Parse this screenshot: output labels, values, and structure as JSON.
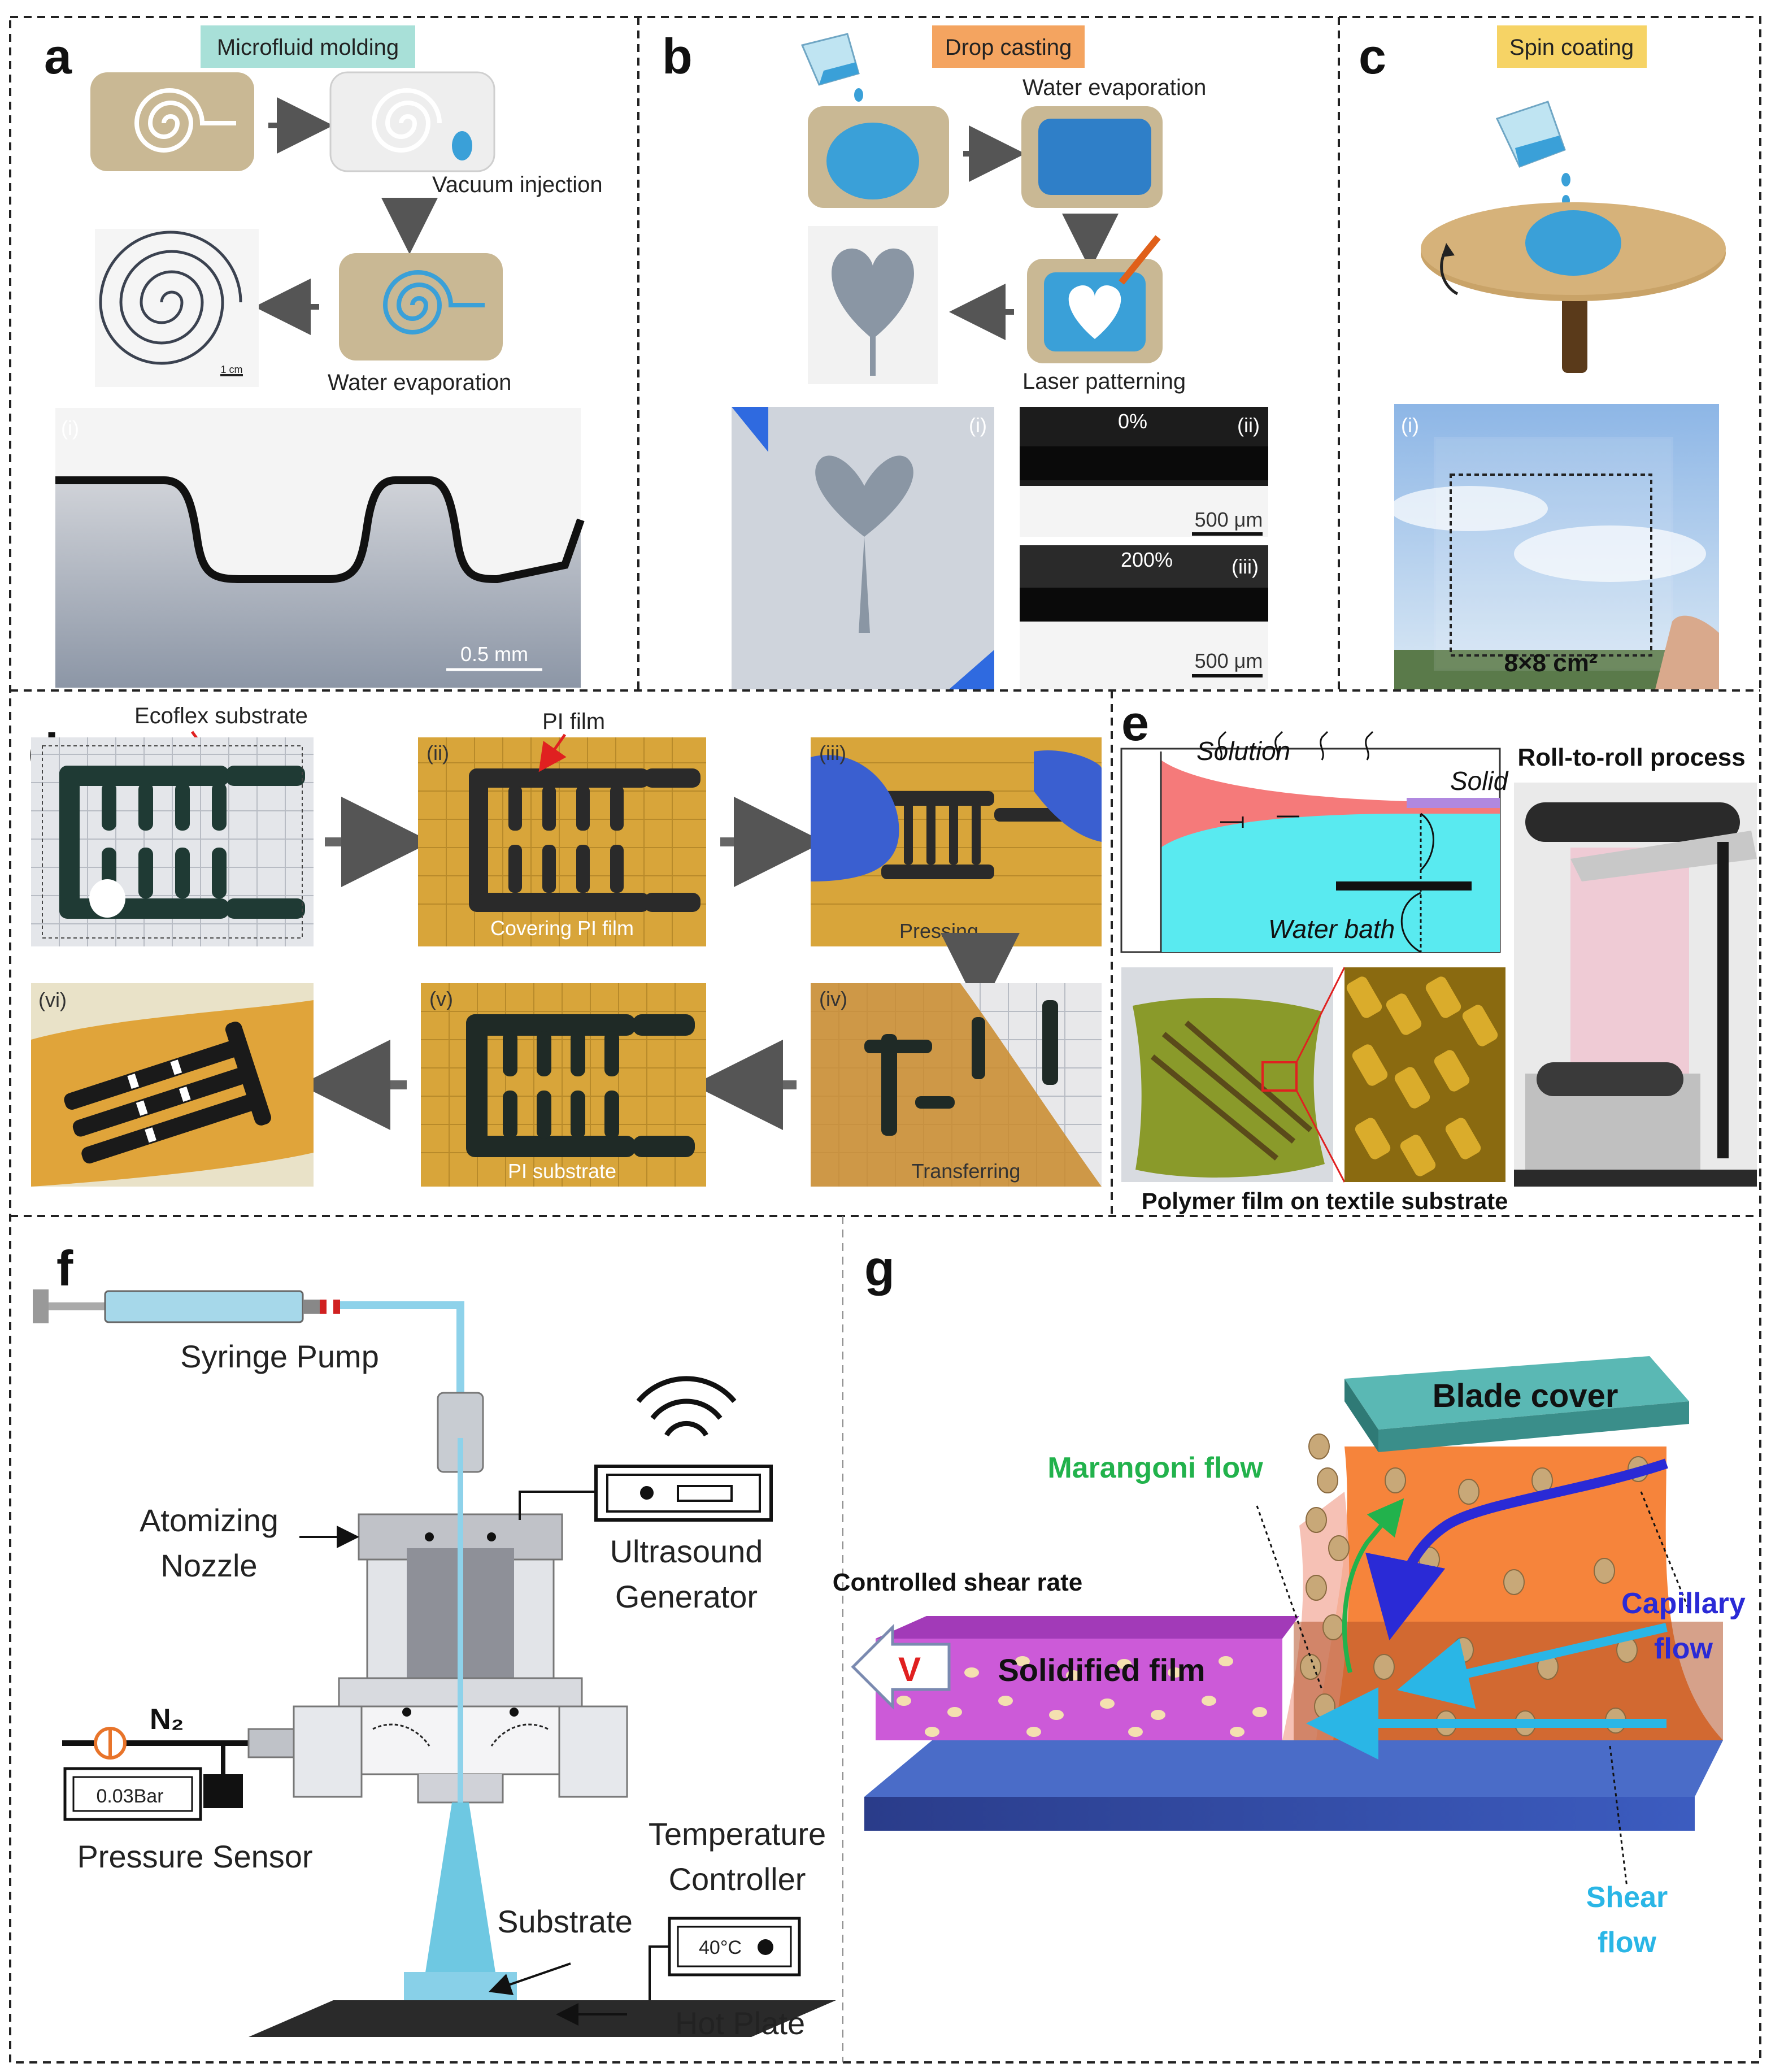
{
  "panels": {
    "a": {
      "letter": "a",
      "title": "Microfluid molding",
      "step_vacuum": "Vacuum injection",
      "step_water": "Water evaporation",
      "scale_small": "1 cm",
      "photo_tag": "(i)",
      "scale_photo": "0.5 mm",
      "title_bg": "#a8e0d8"
    },
    "b": {
      "letter": "b",
      "title": "Drop casting",
      "step_water": "Water evaporation",
      "step_laser": "Laser patterning",
      "tag_i": "(i)",
      "tag_ii": "(ii)",
      "tag_iii": "(iii)",
      "strain_0": "0%",
      "strain_200": "200%",
      "scale_1": "500 μm",
      "scale_2": "500 μm",
      "title_bg": "#f4a460"
    },
    "c": {
      "letter": "c",
      "title": "Spin  coating",
      "tag_i": "(i)",
      "size_label": "8×8 cm²",
      "title_bg": "#f6d365"
    },
    "d": {
      "letter": "d",
      "substrate_label": "Ecoflex substrate",
      "pi_film_label": "PI film",
      "tag_ii": "(ii)",
      "tag_iii": "(iii)",
      "tag_iv": "(iv)",
      "tag_v": "(v)",
      "tag_vi": "(vi)",
      "step_covering": "Covering PI film",
      "step_pressing": "Pressing",
      "step_transferring": "Transferring",
      "step_substrate": "PI substrate"
    },
    "e": {
      "letter": "e",
      "solution": "Solution",
      "solid": "Solid",
      "water_bath": "Water bath",
      "roll_title": "Roll-to-roll process",
      "caption": "Polymer film on textile substrate"
    },
    "f": {
      "letter": "f",
      "syringe": "Syringe Pump",
      "nozzle_1": "Atomizing",
      "nozzle_2": "Nozzle",
      "ultra_1": "Ultrasound",
      "ultra_2": "Generator",
      "n2": "N₂",
      "pressure_readout": "0.03Bar",
      "pressure_sensor": "Pressure Sensor",
      "temp_1": "Temperature",
      "temp_2": "Controller",
      "temp_readout": "40°C",
      "substrate": "Substrate",
      "hot_plate": "Hot Plate"
    },
    "g": {
      "letter": "g",
      "blade": "Blade cover",
      "marangoni": "Marangoni flow",
      "controlled": "Controlled shear rate",
      "velocity": "V",
      "solidified": "Solidified film",
      "capillary_1": "Capillary",
      "capillary_2": "flow",
      "shear_1": "Shear",
      "shear_2": "flow",
      "color_marangoni": "#22b24c",
      "color_capillary": "#2a2ad6",
      "color_shear": "#2ab6e6"
    }
  }
}
